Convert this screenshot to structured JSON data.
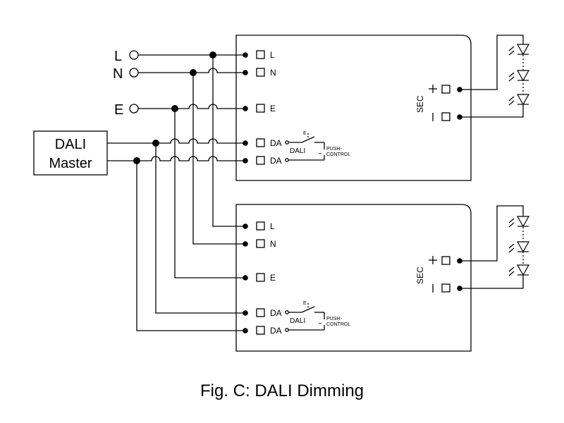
{
  "source_labels": {
    "line": "L",
    "neutral": "N",
    "earth": "E"
  },
  "master": {
    "line1": "DALI",
    "line2": "Master"
  },
  "terminals": [
    "L",
    "N",
    "E",
    "DA",
    "DA"
  ],
  "secondary": {
    "label": "SEC",
    "plus": "+",
    "minus": "−"
  },
  "switch": {
    "dali": "DALI",
    "push_line1": "PUSH-",
    "push_line2": "CONTROL",
    "tilde": "~",
    "e_mark": "E"
  },
  "caption": "Fig. C: DALI Dimming",
  "led_count_per_driver": 3
}
